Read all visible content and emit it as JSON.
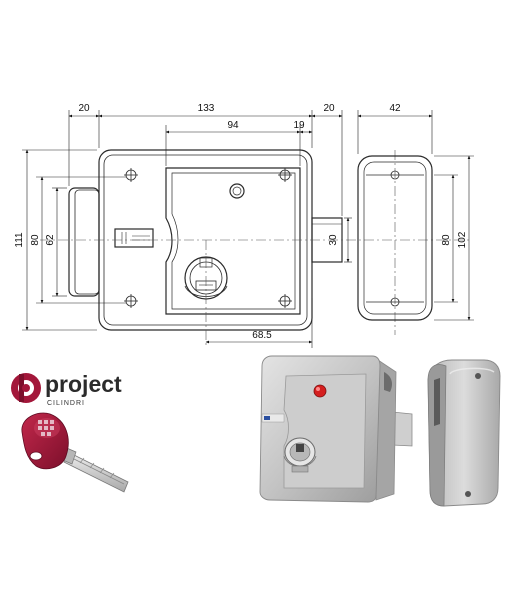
{
  "drawing": {
    "top_dims": {
      "left_margin": "20",
      "total_width": "133",
      "inner_width": "94",
      "bolt_offset": "19",
      "right_margin": "20",
      "side_depth": "42"
    },
    "left_dims": {
      "total_height": "111",
      "body_height": "80",
      "bracket_height": "62"
    },
    "right_dims": {
      "bolt_height": "30",
      "striker_height": "80",
      "striker_total": "102"
    },
    "bottom_dims": {
      "cylinder_offset": "68.5"
    }
  },
  "brand": {
    "name": "project",
    "subtitle": "CILINDRI"
  },
  "colors": {
    "line": "#2a2a2a",
    "brand_red": "#a3173a",
    "indicator_red": "#d41f1f",
    "metal": "#c9c9c9"
  },
  "icons": [
    "brand-logo-icon",
    "key-icon",
    "lock-photo",
    "striker-photo"
  ]
}
